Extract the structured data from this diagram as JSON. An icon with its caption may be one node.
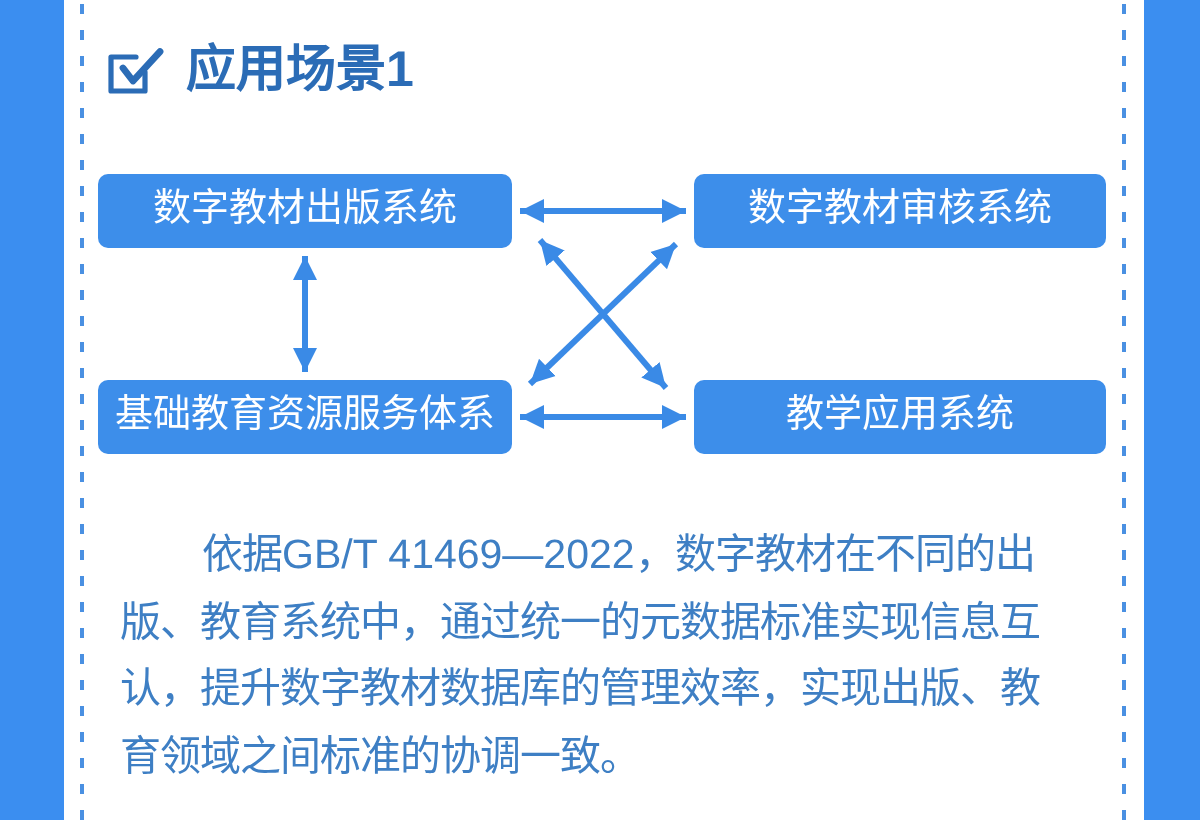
{
  "diagram": {
    "title": "应用场景1",
    "nodes": [
      {
        "text": [
          "数字教材出版系统"
        ]
      },
      {
        "text": [
          "数字教材审核系统"
        ]
      },
      {
        "text": [
          "基础教育资源服务体系"
        ]
      },
      {
        "text": [
          "教学应用系统"
        ]
      }
    ],
    "edges": [
      {
        "from": 0,
        "to": 1,
        "arrow": "both"
      },
      {
        "from": 0,
        "to": 2,
        "arrow": "both"
      },
      {
        "from": 0,
        "to": 3,
        "arrow": "both"
      },
      {
        "from": 2,
        "to": 1,
        "arrow": "both"
      },
      {
        "from": 2,
        "to": 3,
        "arrow": "both"
      }
    ],
    "labels": [
      "依据GB/T 41469—2022，数字教材在不同的出版、教育系统中，通过统一的元数据标准实现信息互认，提升数字教材数据库的管理效率，实现出版、教育领域之间标准的协调一致。"
    ]
  }
}
